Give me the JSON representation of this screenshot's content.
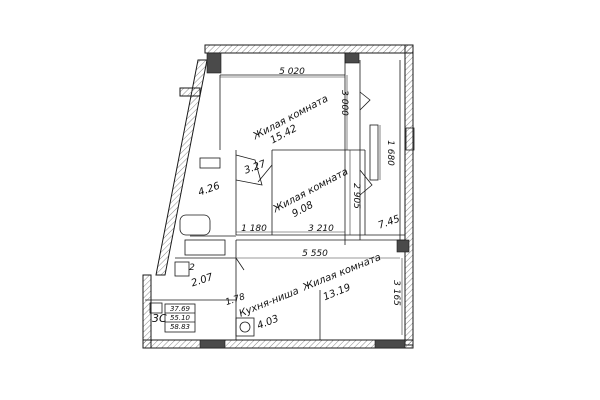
{
  "rooms": {
    "living_top": {
      "name": "Жилая комната",
      "area": "15.42"
    },
    "living_mid": {
      "name": "Жилая комната",
      "area": "9.08"
    },
    "living_bottom": {
      "name": "Жилая комната",
      "area": "13.19"
    },
    "kitchen": {
      "name": "Кухня-ниша",
      "area": "4.03"
    },
    "hall": {
      "area": "3.27"
    },
    "bathroom": {
      "area": "4.26"
    },
    "balcony": {
      "area": "7.45"
    },
    "corridor": {
      "area": "2.07"
    },
    "wc": {
      "area": "2"
    },
    "closet": {
      "area": "1.78"
    }
  },
  "dimensions": {
    "d_5020": "5 020",
    "d_3000": "3 000",
    "d_1680": "1 680",
    "d_2905": "2 905",
    "d_1180": "1 180",
    "d_3210": "3 210",
    "d_5550": "5 550",
    "d_3165": "3 165"
  },
  "stamp": {
    "type": "3С",
    "area_1": "37.69",
    "area_2": "55.10",
    "area_3": "58.83"
  }
}
